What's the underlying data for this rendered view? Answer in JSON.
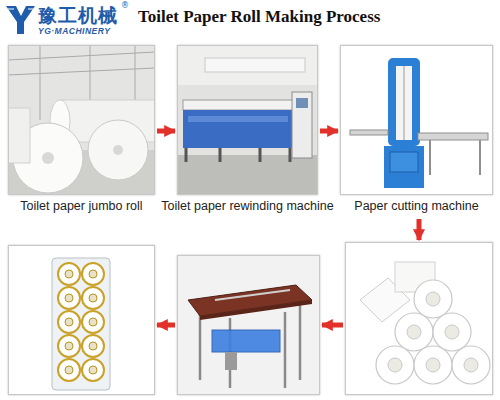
{
  "diagram": {
    "title": "Toilet Paper Roll Making Process",
    "nodes": [
      {
        "text": [
          "Toilet paper jumbo roll"
        ]
      },
      {
        "text": [
          "Toilet paper rewinding machine"
        ]
      },
      {
        "text": [
          "Paper cutting machine"
        ]
      },
      {
        "text": []
      },
      {
        "text": []
      },
      {
        "text": []
      }
    ],
    "edges": [
      {
        "from": 0,
        "to": 1,
        "arrow": "to"
      },
      {
        "from": 1,
        "to": 2,
        "arrow": "to"
      },
      {
        "from": 2,
        "to": 3,
        "arrow": "to"
      },
      {
        "from": 3,
        "to": 4,
        "arrow": "to"
      },
      {
        "from": 4,
        "to": 5,
        "arrow": "to"
      }
    ],
    "labels": [
      "豫工机械",
      "®",
      "YG·MACHINERY"
    ]
  }
}
